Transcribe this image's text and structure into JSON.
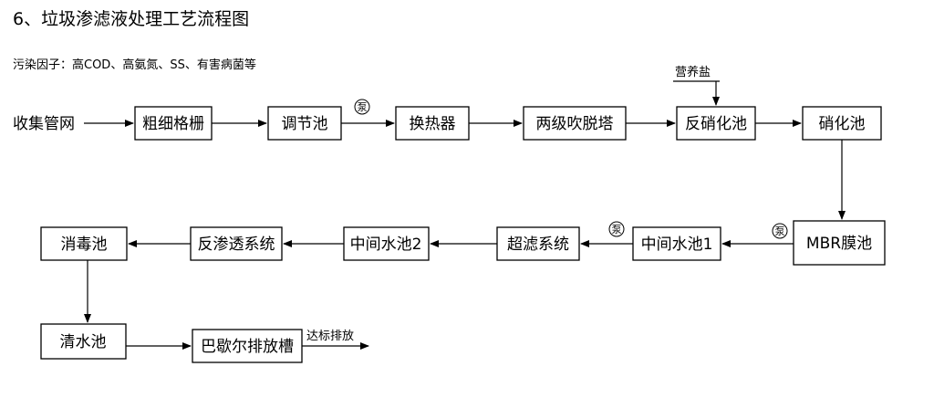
{
  "header": {
    "title": "6、垃圾渗滤液处理工艺流程图",
    "pollutants": "污染因子：高COD、高氨氮、SS、有害病菌等"
  },
  "flow": {
    "source": "收集管网",
    "nodes": {
      "grille": "粗细格栅",
      "regulating": "调节池",
      "heat_exchanger": "换热器",
      "stripping": "两级吹脱塔",
      "denitrification": "反硝化池",
      "nitrification": "硝化池",
      "mbr": "MBR膜池",
      "intermediate1": "中间水池1",
      "ultrafiltration": "超滤系统",
      "intermediate2": "中间水池2",
      "reverse_osmosis": "反渗透系统",
      "disinfection": "消毒池",
      "clear_water": "清水池",
      "discharge_tank": "巴歇尔排放槽"
    },
    "nutrient": "营养盐",
    "pump": "泵",
    "outlet": "达标排放"
  },
  "colors": {
    "line": "#000000",
    "background": "#ffffff"
  }
}
